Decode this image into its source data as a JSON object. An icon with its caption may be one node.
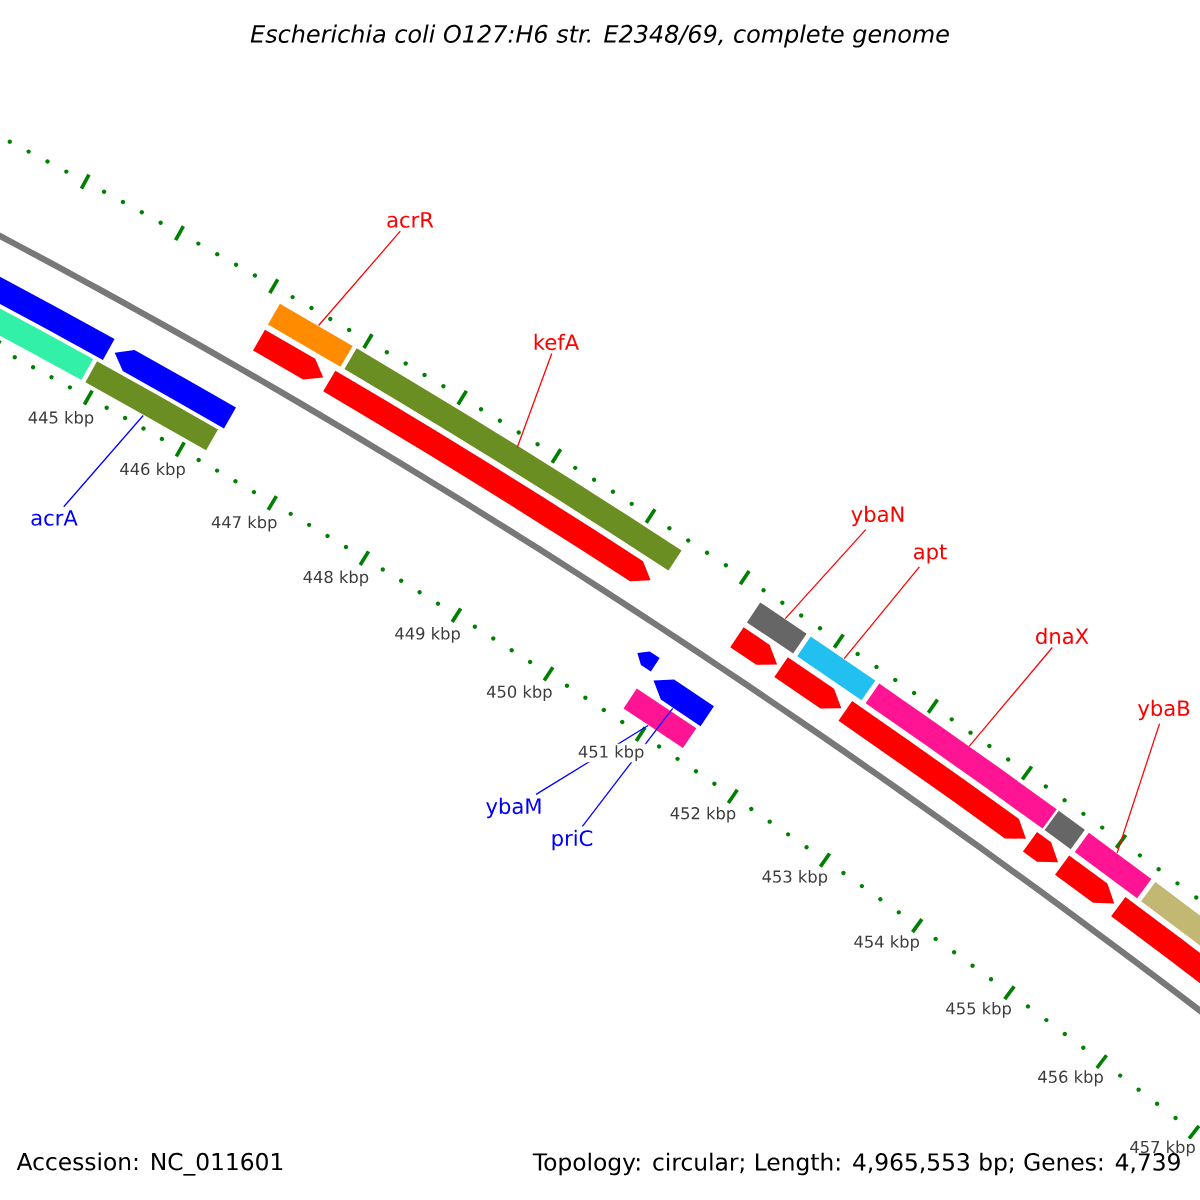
{
  "diagram": {
    "title": "Escherichia coli O127:H6 str. E2348/69, complete genome",
    "nodes": [
      {
        "text": [
          "acrR"
        ]
      },
      {
        "text": [
          "kefA"
        ]
      },
      {
        "text": [
          "ybaN"
        ]
      },
      {
        "text": [
          "apt"
        ]
      },
      {
        "text": [
          "dnaX"
        ]
      },
      {
        "text": [
          "ybaB"
        ]
      },
      {
        "text": [
          "acrA"
        ]
      },
      {
        "text": [
          "ybaM"
        ]
      },
      {
        "text": [
          "priC"
        ]
      },
      {
        "text": [],
        "shape": "bar"
      },
      {
        "text": [],
        "shape": "bar"
      },
      {
        "text": [],
        "shape": "bar"
      },
      {
        "text": [],
        "shape": "bar"
      },
      {
        "text": [],
        "shape": "bar"
      },
      {
        "text": [],
        "shape": "bar"
      },
      {
        "text": [],
        "shape": "bar"
      },
      {
        "text": [],
        "shape": "bar"
      },
      {
        "text": [],
        "shape": "bar"
      },
      {
        "text": [],
        "shape": "bar"
      },
      {
        "text": [],
        "shape": "bar"
      },
      {
        "text": [],
        "shape": "bar"
      },
      {
        "text": [],
        "shape": "bar"
      },
      {
        "text": [],
        "shape": "bar"
      },
      {
        "text": [],
        "shape": "bar"
      },
      {
        "text": [],
        "shape": "bar"
      },
      {
        "text": [],
        "shape": "bar"
      },
      {
        "text": [],
        "shape": "bar"
      },
      {
        "text": [],
        "shape": "bar"
      },
      {
        "text": [],
        "shape": "bar"
      },
      {
        "text": [],
        "shape": "bar"
      },
      {
        "text": [],
        "shape": "bar"
      },
      {
        "text": [],
        "shape": "bar"
      }
    ],
    "edges": [
      {
        "from": 0,
        "to": 14,
        "arrow": "none"
      },
      {
        "from": 1,
        "to": 16,
        "arrow": "none"
      },
      {
        "from": 2,
        "to": 21,
        "arrow": "none"
      },
      {
        "from": 3,
        "to": 23,
        "arrow": "none"
      },
      {
        "from": 4,
        "to": 25,
        "arrow": "none"
      },
      {
        "from": 5,
        "to": 29,
        "arrow": "none"
      },
      {
        "from": 6,
        "to": 12,
        "arrow": "none",
        "color": "#0000ff"
      },
      {
        "from": 7,
        "to": 18,
        "arrow": "none",
        "color": "#0000ff"
      },
      {
        "from": 8,
        "to": 19,
        "arrow": "none",
        "color": "#0000ff"
      }
    ],
    "labels": [
      "445 kbp",
      "446 kbp",
      "447 kbp",
      "448 kbp",
      "449 kbp",
      "450 kbp",
      "451 kbp",
      "452 kbp",
      "453 kbp",
      "454 kbp",
      "455 kbp",
      "456 kbp",
      "457 kbp",
      "Accession: NC_011601",
      "Topology: circular; Length: 4,965,553 bp; Genes: 4,739"
    ]
  }
}
